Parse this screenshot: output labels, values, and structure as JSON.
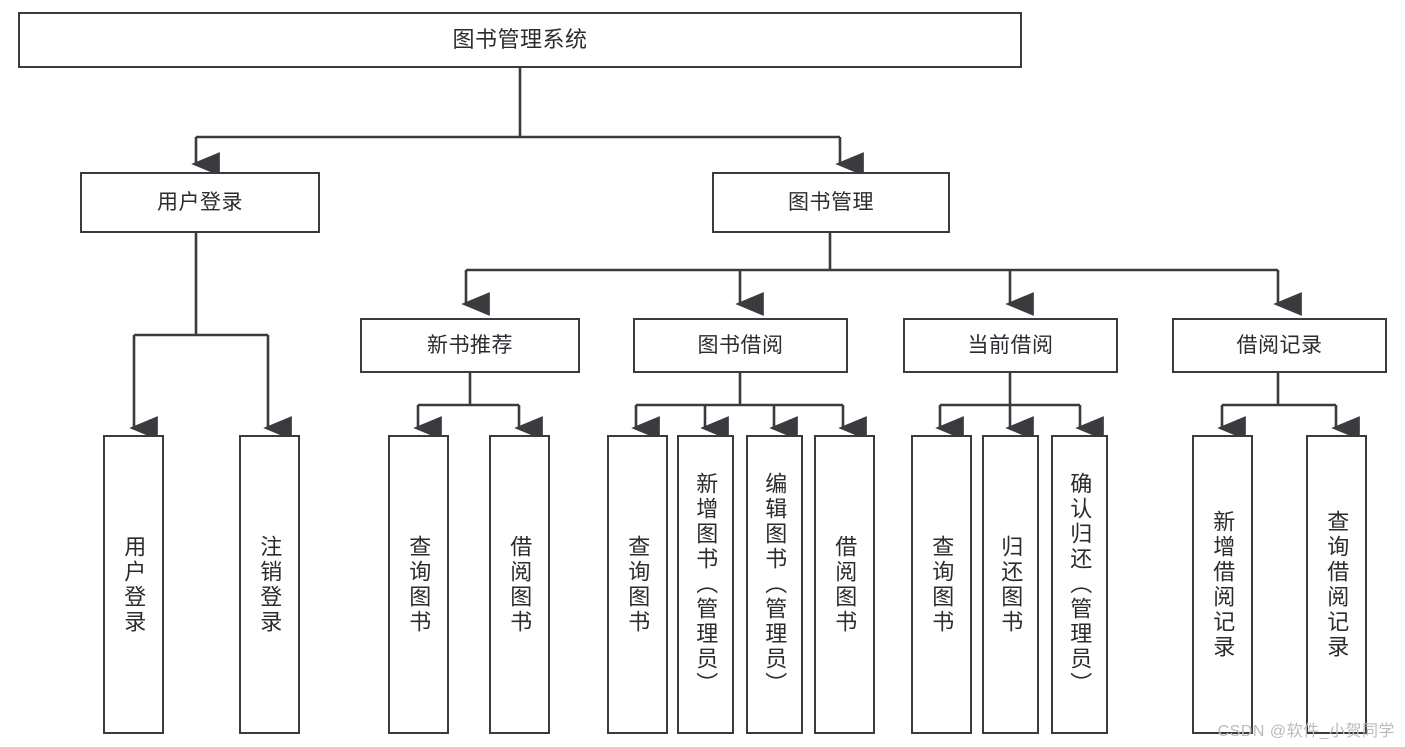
{
  "diagram": {
    "title": "图书管理系统",
    "type": "tree",
    "watermark": "CSDN @软件_小贺同学",
    "colors": {
      "stroke": "#3a3b3f",
      "text": "#2b2c30",
      "background": "#ffffff",
      "watermark": "#b9bbbe"
    },
    "root": {
      "label": "图书管理系统"
    },
    "level2": [
      {
        "label": "用户登录"
      },
      {
        "label": "图书管理"
      }
    ],
    "level3": [
      {
        "label": "新书推荐"
      },
      {
        "label": "图书借阅"
      },
      {
        "label": "当前借阅"
      },
      {
        "label": "借阅记录"
      }
    ],
    "leaves": {
      "user_login": [
        {
          "label": "用户登录"
        },
        {
          "label": "注销登录"
        }
      ],
      "new_book_recommend": [
        {
          "label": "查询图书"
        },
        {
          "label": "借阅图书"
        }
      ],
      "book_borrow": [
        {
          "label": "查询图书"
        },
        {
          "label": "新增图书（管理员）"
        },
        {
          "label": "编辑图书（管理员）"
        },
        {
          "label": "借阅图书"
        }
      ],
      "current_borrow": [
        {
          "label": "查询图书"
        },
        {
          "label": "归还图书"
        },
        {
          "label": "确认归还（管理员）"
        }
      ],
      "borrow_record": [
        {
          "label": "新增借阅记录"
        },
        {
          "label": "查询借阅记录"
        }
      ]
    }
  }
}
